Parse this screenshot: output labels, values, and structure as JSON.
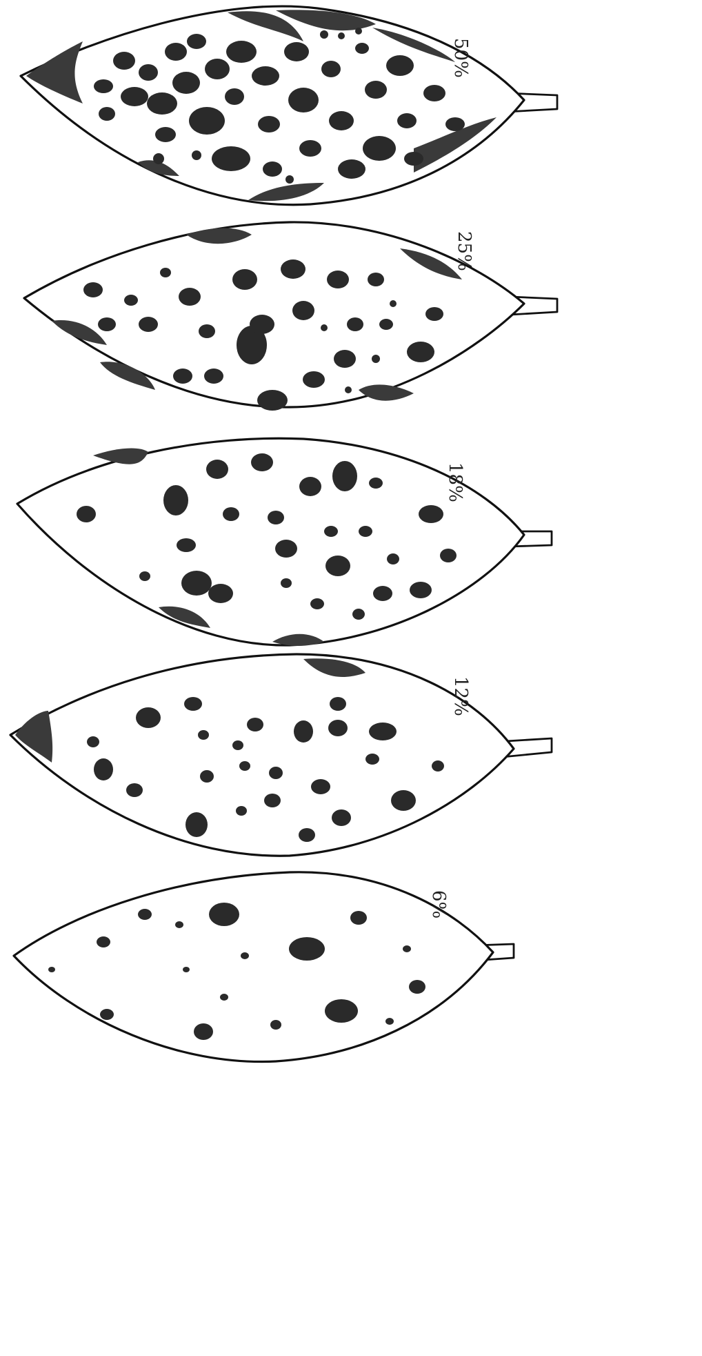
{
  "diagram": {
    "leaves": [
      {
        "id": "leaf-6",
        "severity_label": "6%"
      },
      {
        "id": "leaf-12",
        "severity_label": "12%"
      },
      {
        "id": "leaf-18",
        "severity_label": "18%"
      },
      {
        "id": "leaf-25",
        "severity_label": "25%"
      },
      {
        "id": "leaf-50",
        "severity_label": "50%"
      }
    ],
    "colors": {
      "ink": "#111111",
      "lesion": "#2a2a2a",
      "paper": "#ffffff"
    }
  }
}
